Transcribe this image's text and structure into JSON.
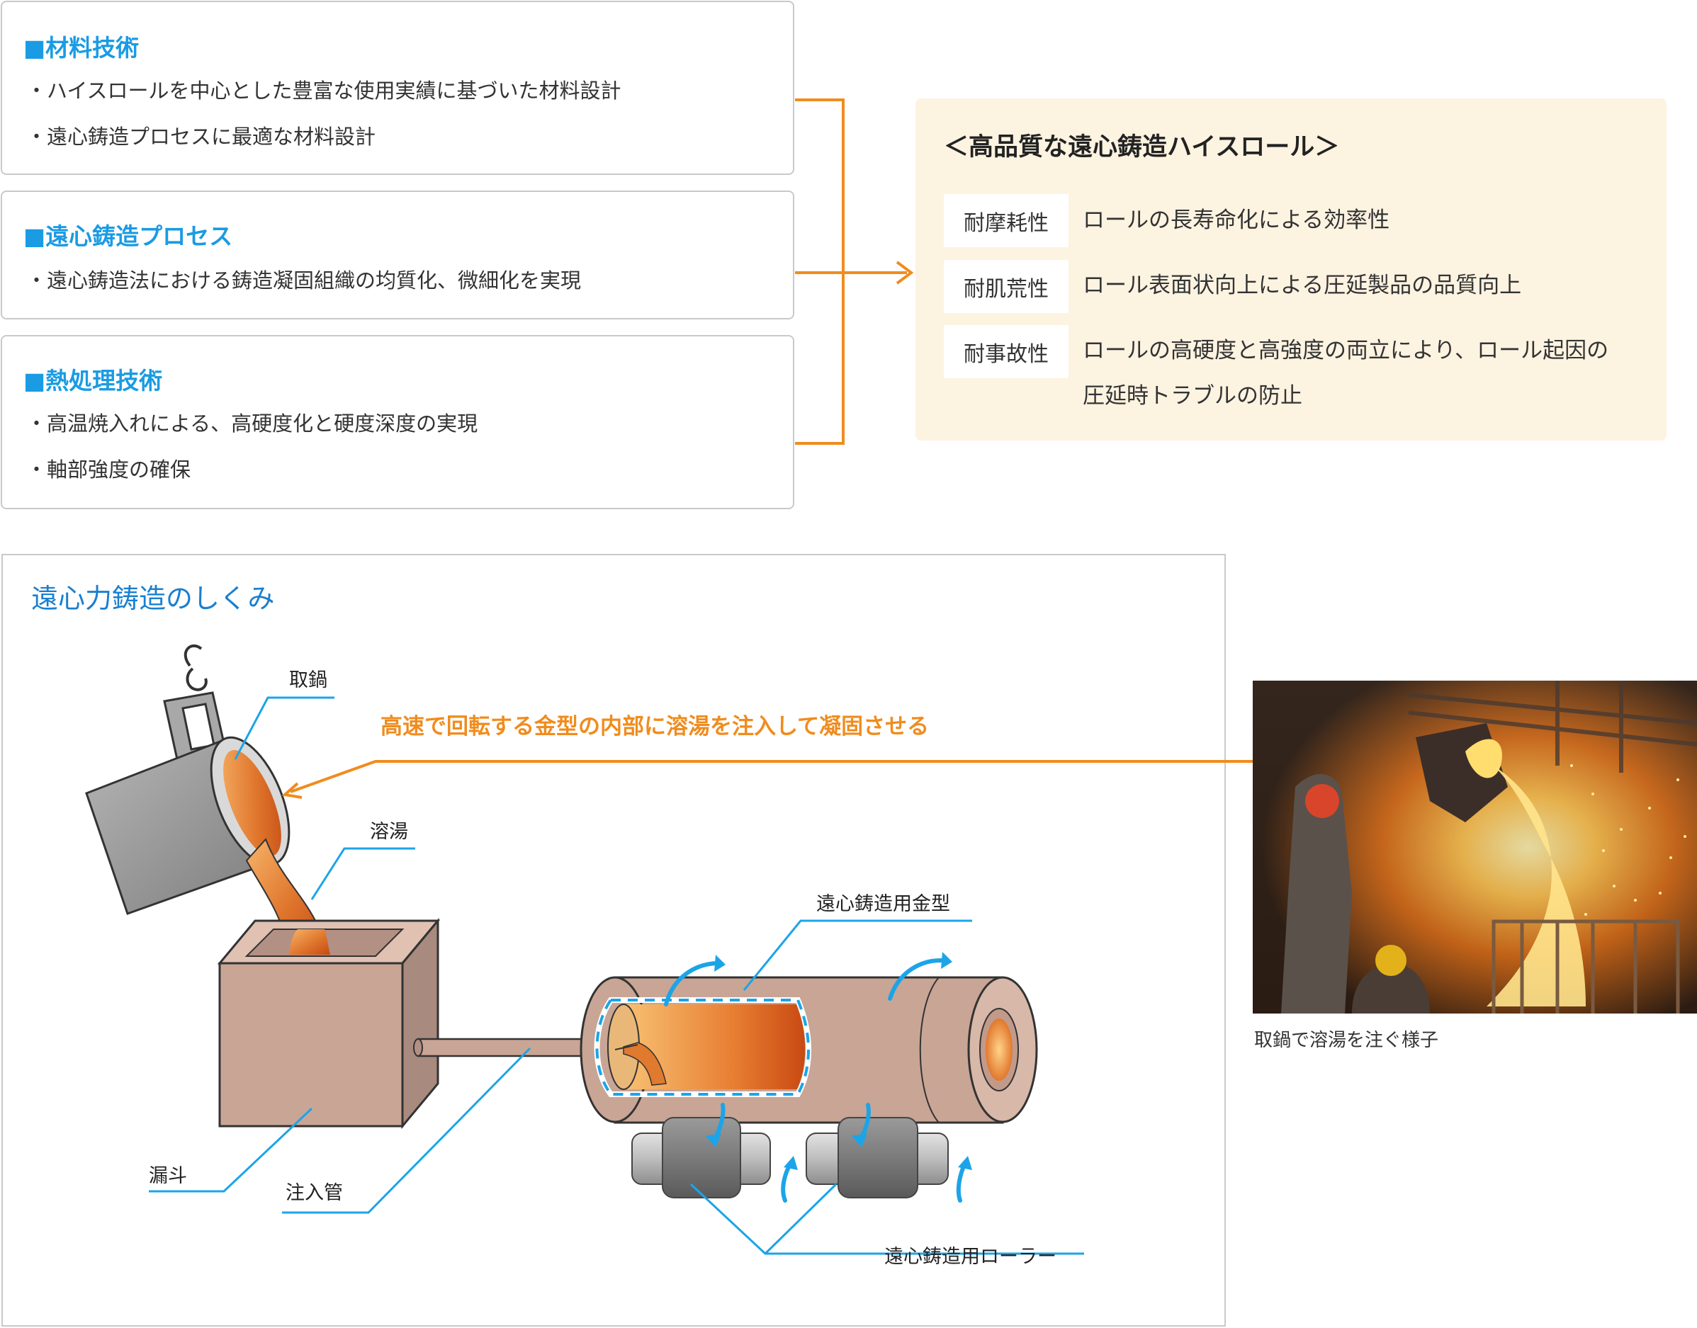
{
  "boxes": [
    {
      "title": "■材料技術",
      "items": [
        "・ハイスロールを中心とした豊富な使用実績に基づいた材料設計",
        "・遠心鋳造プロセスに最適な材料設計"
      ]
    },
    {
      "title": "■遠心鋳造プロセス",
      "items": [
        "・遠心鋳造法における鋳造凝固組織の均質化、微細化を実現"
      ]
    },
    {
      "title": "■熱処理技術",
      "items": [
        "・高温焼入れによる、高硬度化と硬度深度の実現",
        "・軸部強度の確保"
      ]
    }
  ],
  "summary": {
    "title": "＜高品質な遠心鋳造ハイスロール＞",
    "properties": [
      {
        "label": "耐摩耗性",
        "lines": [
          "ロールの長寿命化による効率性"
        ]
      },
      {
        "label": "耐肌荒性",
        "lines": [
          "ロール表面状向上による圧延製品の品質向上"
        ]
      },
      {
        "label": "耐事故性",
        "lines": [
          "ロールの高硬度と高強度の両立により、ロール起因の",
          "圧延時トラブルの防止"
        ]
      }
    ]
  },
  "diagram": {
    "title": "遠心力鋳造のしくみ",
    "caption": "高速で回転する金型の内部に溶湯を注入して凝固させる",
    "labels": {
      "ladle": "取鍋",
      "molten_metal": "溶湯",
      "mold": "遠心鋳造用金型",
      "funnel": "漏斗",
      "pouring_pipe": "注入管",
      "rollers": "遠心鋳造用ローラー"
    }
  },
  "photo": {
    "caption": "取鍋で溶湯を注ぐ様子"
  },
  "colors": {
    "accent_blue": "#1a9be3",
    "accent_orange": "#f08c1e",
    "summary_bg": "#fdf3e1"
  },
  "icons": [
    "arrow-right-icon",
    "rotation-arrow-icon"
  ]
}
